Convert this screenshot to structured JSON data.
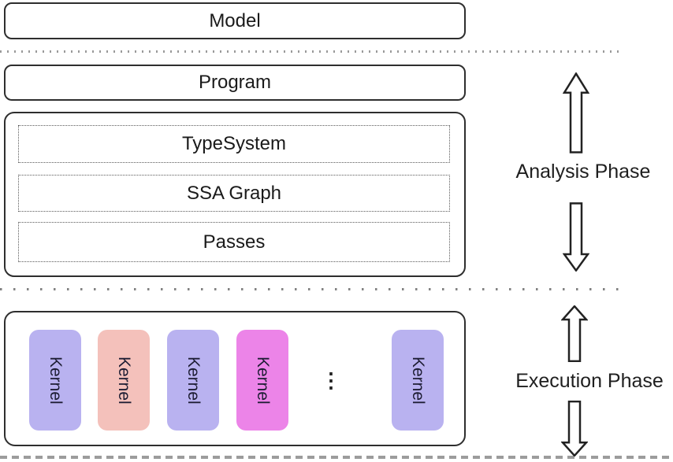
{
  "diagram": {
    "top_stack": {
      "model_label": "Model",
      "program_label": "Program"
    },
    "analysis_box": {
      "items": [
        {
          "label": "TypeSystem"
        },
        {
          "label": "SSA Graph"
        },
        {
          "label": "Passes"
        }
      ]
    },
    "execution_box": {
      "kernels": [
        {
          "label": "Kernel",
          "color": "#b9b2f0"
        },
        {
          "label": "Kernel",
          "color": "#f4c1bb"
        },
        {
          "label": "Kernel",
          "color": "#b9b2f0"
        },
        {
          "label": "Kernel",
          "color": "#ec84e8"
        },
        {
          "label": "Kernel",
          "color": "#b9b2f0"
        }
      ],
      "ellipsis": "⋮"
    },
    "phases": {
      "analysis": {
        "label": "Analysis Phase"
      },
      "execution": {
        "label": "Execution Phase"
      }
    },
    "colors": {
      "box_border": "#2e2e2e",
      "kernel_text": "#1d1d33",
      "separator": "#9a9a9a"
    }
  }
}
